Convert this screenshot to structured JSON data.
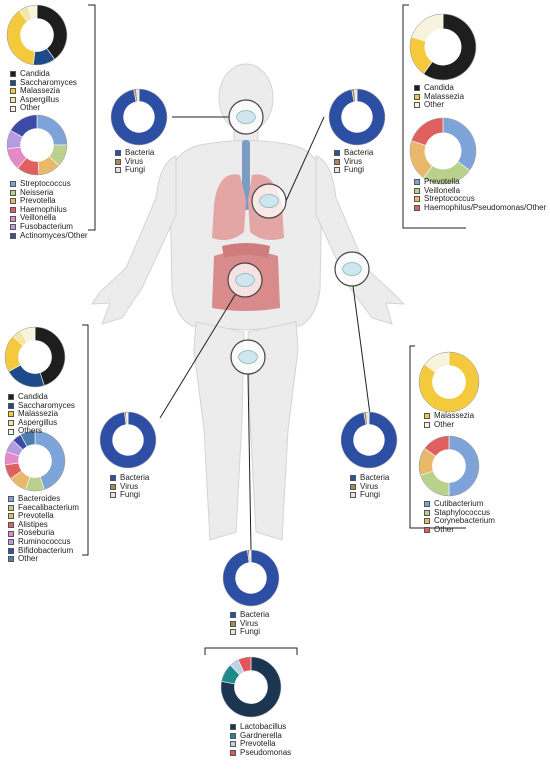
{
  "panels": [
    {
      "id": "oral-fungi",
      "items": [
        {
          "label": "Candida",
          "value": 40,
          "color": "#1e1e1e"
        },
        {
          "label": "Saccharomyces",
          "value": 12,
          "color": "#1e4a8a"
        },
        {
          "label": "Malassezia",
          "value": 38,
          "color": "#f4ca3c"
        },
        {
          "label": "Aspergillus",
          "value": 5,
          "color": "#f2e6a8"
        },
        {
          "label": "Other",
          "value": 5,
          "color": "#f8f3dc"
        }
      ]
    },
    {
      "id": "oral-bacteria",
      "items": [
        {
          "label": "Streptococcus",
          "value": 25,
          "color": "#7ea3d8"
        },
        {
          "label": "Neisseria",
          "value": 12,
          "color": "#b9d18d"
        },
        {
          "label": "Prevotella",
          "value": 12,
          "color": "#e9b86b"
        },
        {
          "label": "Haemophilus",
          "value": 12,
          "color": "#e06060"
        },
        {
          "label": "Veillonella",
          "value": 12,
          "color": "#e58ac6"
        },
        {
          "label": "Fusobacterium",
          "value": 10,
          "color": "#b59be0"
        },
        {
          "label": "Actinomyces/Other",
          "value": 17,
          "color": "#3c4aa8"
        }
      ]
    },
    {
      "id": "oral-kingdom",
      "items": [
        {
          "label": "Bacteria",
          "value": 97,
          "color": "#2d4fa3"
        },
        {
          "label": "Virus",
          "value": 1.5,
          "color": "#a8895e"
        },
        {
          "label": "Fungi",
          "value": 1.5,
          "color": "#e8e4dc"
        }
      ]
    },
    {
      "id": "lung-kingdom",
      "items": [
        {
          "label": "Bacteria",
          "value": 97,
          "color": "#2d4fa3"
        },
        {
          "label": "Virus",
          "value": 1.5,
          "color": "#a8895e"
        },
        {
          "label": "Fungi",
          "value": 1.5,
          "color": "#e8e4dc"
        }
      ]
    },
    {
      "id": "lung-fungi",
      "items": [
        {
          "label": "Candida",
          "value": 60,
          "color": "#1e1e1e"
        },
        {
          "label": "Malassezia",
          "value": 20,
          "color": "#f4ca3c"
        },
        {
          "label": "Other",
          "value": 20,
          "color": "#f8f3dc"
        }
      ]
    },
    {
      "id": "lung-bacteria",
      "items": [
        {
          "label": "Prevotella",
          "value": 35,
          "color": "#7ea3d8"
        },
        {
          "label": "Veillonella",
          "value": 25,
          "color": "#b9d18d"
        },
        {
          "label": "Streptococcus",
          "value": 20,
          "color": "#e9b86b"
        },
        {
          "label": "Haemophilus/Pseudomonas/Other",
          "value": 20,
          "color": "#e06060"
        }
      ]
    },
    {
      "id": "gut-fungi",
      "items": [
        {
          "label": "Candida",
          "value": 45,
          "color": "#1e1e1e"
        },
        {
          "label": "Saccharomyces",
          "value": 22,
          "color": "#1e4a8a"
        },
        {
          "label": "Malassezia",
          "value": 20,
          "color": "#f4ca3c"
        },
        {
          "label": "Aspergillus",
          "value": 5,
          "color": "#f2e6a8"
        },
        {
          "label": "Others",
          "value": 8,
          "color": "#f8f3dc"
        }
      ]
    },
    {
      "id": "gut-bacteria",
      "items": [
        {
          "label": "Bacteroides",
          "value": 45,
          "color": "#7ea3d8"
        },
        {
          "label": "Faecalibacterium",
          "value": 10,
          "color": "#b9d18d"
        },
        {
          "label": "Prevotella",
          "value": 10,
          "color": "#e9b86b"
        },
        {
          "label": "Alistipes",
          "value": 8,
          "color": "#e06060"
        },
        {
          "label": "Roseburia",
          "value": 7,
          "color": "#e58ac6"
        },
        {
          "label": "Ruminococcus",
          "value": 7,
          "color": "#b59be0"
        },
        {
          "label": "Bifidobacterium",
          "value": 5,
          "color": "#3c4aa8"
        },
        {
          "label": "Other",
          "value": 8,
          "color": "#4a7fb0"
        }
      ]
    },
    {
      "id": "gut-kingdom",
      "items": [
        {
          "label": "Bacteria",
          "value": 98,
          "color": "#2d4fa3"
        },
        {
          "label": "Virus",
          "value": 1,
          "color": "#a8895e"
        },
        {
          "label": "Fungi",
          "value": 1,
          "color": "#e8e4dc"
        }
      ]
    },
    {
      "id": "skin-kingdom",
      "items": [
        {
          "label": "Bacteria",
          "value": 97,
          "color": "#2d4fa3"
        },
        {
          "label": "Virus",
          "value": 1.5,
          "color": "#a8895e"
        },
        {
          "label": "Fungi",
          "value": 1.5,
          "color": "#e8e4dc"
        }
      ]
    },
    {
      "id": "skin-fungi",
      "items": [
        {
          "label": "Malassezia",
          "value": 85,
          "color": "#f4ca3c"
        },
        {
          "label": "Other",
          "value": 15,
          "color": "#f8f3dc"
        }
      ]
    },
    {
      "id": "skin-bacteria",
      "items": [
        {
          "label": "Cutibacterium",
          "value": 50,
          "color": "#7ea3d8"
        },
        {
          "label": "Staphylococcus",
          "value": 20,
          "color": "#b9d18d"
        },
        {
          "label": "Corynebacterium",
          "value": 15,
          "color": "#e9b86b"
        },
        {
          "label": "Other",
          "value": 15,
          "color": "#e06060"
        }
      ]
    },
    {
      "id": "vaginal-kingdom",
      "items": [
        {
          "label": "Bacteria",
          "value": 98,
          "color": "#2d4fa3"
        },
        {
          "label": "Virus",
          "value": 1,
          "color": "#a8895e"
        },
        {
          "label": "Fungi",
          "value": 1,
          "color": "#e8e4dc"
        }
      ]
    },
    {
      "id": "vaginal-bacteria",
      "items": [
        {
          "label": "Lactobacillus",
          "value": 78,
          "color": "#1c3550"
        },
        {
          "label": "Gardnerella",
          "value": 10,
          "color": "#1f8a8a"
        },
        {
          "label": "Prevotella",
          "value": 5,
          "color": "#bcd3e6"
        },
        {
          "label": "Pseudomonas",
          "value": 7,
          "color": "#e0565b"
        }
      ]
    }
  ]
}
